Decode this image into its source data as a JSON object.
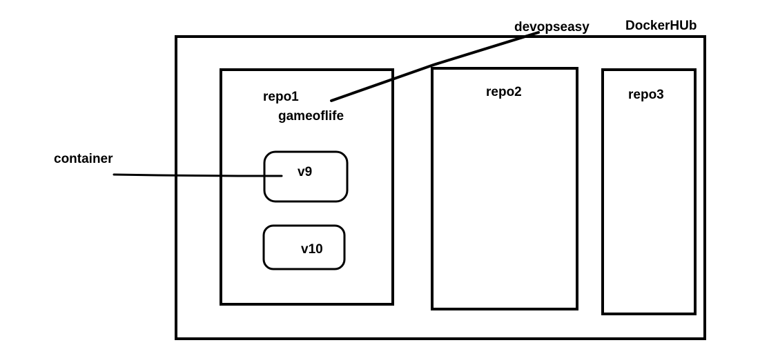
{
  "diagram": {
    "title": "DockerHUb",
    "account": "devopseasy",
    "external_label": "container",
    "repositories": [
      {
        "name": "repo1",
        "image": "gameoflife",
        "tags": [
          "v9",
          "v10"
        ]
      },
      {
        "name": "repo2"
      },
      {
        "name": "repo3"
      }
    ]
  },
  "colors": {
    "stroke": "#000000",
    "background": "#ffffff",
    "text": "#000000"
  }
}
